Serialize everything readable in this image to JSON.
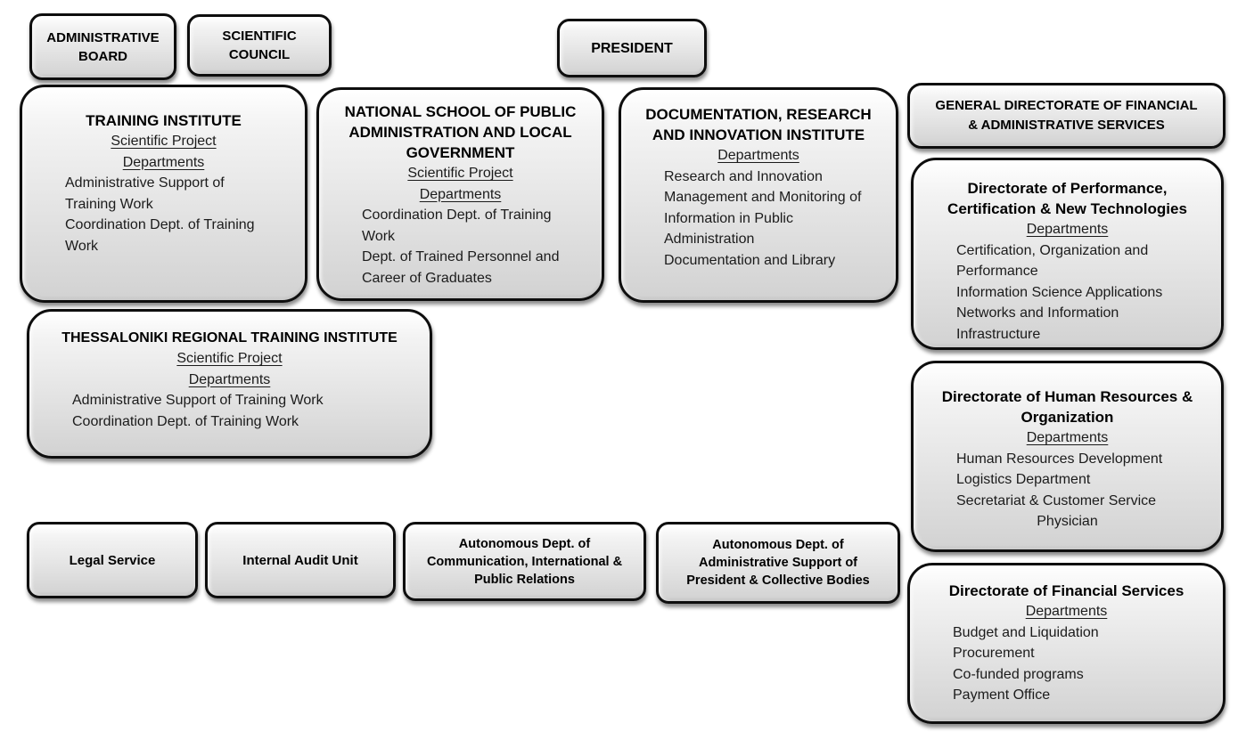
{
  "canvas": {
    "background_color": "#ffffff",
    "box_border_color": "#0e0e0e",
    "box_fill_top_color": "#ffffff",
    "box_fill_bottom_color": "#d2d2d2",
    "text_color": "#1b1b1b"
  },
  "boxes": [
    {
      "id": "administrative-board",
      "size": "small",
      "title_lines": [
        "ADMINISTRATIVE",
        "BOARD"
      ],
      "content": []
    },
    {
      "id": "scientific-council",
      "size": "small",
      "title_lines": [
        "SCIENTIFIC",
        "COUNCIL"
      ],
      "content": []
    },
    {
      "id": "president",
      "size": "small",
      "title_lines": [
        "PRESIDENT"
      ],
      "content": []
    },
    {
      "id": "training-institute",
      "size": "large",
      "title_lines": [
        "TRAINING INSTITUTE"
      ],
      "content": [
        {
          "type": "subhead",
          "text": "Scientific Project"
        },
        {
          "type": "subhead",
          "text": "Departments"
        },
        {
          "type": "dept",
          "text": "Administrative Support of Training Work"
        },
        {
          "type": "dept",
          "text": "Coordination Dept. of Training Work"
        }
      ]
    },
    {
      "id": "national-school",
      "size": "large",
      "title_lines": [
        "NATIONAL SCHOOL OF PUBLIC",
        "ADMINISTRATION AND LOCAL",
        "GOVERNMENT"
      ],
      "content": [
        {
          "type": "subhead",
          "text": "Scientific Project"
        },
        {
          "type": "subhead",
          "text": "Departments"
        },
        {
          "type": "dept",
          "text": "Coordination Dept. of Training Work"
        },
        {
          "type": "dept",
          "text": "Dept. of Trained Personnel and Career of Graduates"
        }
      ]
    },
    {
      "id": "documentation-institute",
      "size": "large",
      "title_lines": [
        "DOCUMENTATION, RESEARCH",
        "AND INNOVATION INSTITUTE"
      ],
      "content": [
        {
          "type": "subhead",
          "text": "Departments"
        },
        {
          "type": "dept",
          "text": "Research and Innovation"
        },
        {
          "type": "dept",
          "text": "Management and Monitoring of Information in Public Administration"
        },
        {
          "type": "dept",
          "text": "Documentation and Library"
        }
      ]
    },
    {
      "id": "general-directorate",
      "size": "small",
      "title_lines": [
        "GENERAL DIRECTORATE OF FINANCIAL",
        "& ADMINISTRATIVE SERVICES"
      ],
      "content": []
    },
    {
      "id": "dir-performance",
      "size": "large",
      "title_lines": [
        "Directorate of Performance,",
        "Certification & New Technologies"
      ],
      "content": [
        {
          "type": "subhead",
          "text": "Departments"
        },
        {
          "type": "dept",
          "text": "Certification, Organization and Performance"
        },
        {
          "type": "dept",
          "text": "Information Science Applications"
        },
        {
          "type": "dept",
          "text": "Networks and Information Infrastructure"
        }
      ]
    },
    {
      "id": "thessaloniki",
      "size": "large",
      "title_lines": [
        "THESSALONIKI REGIONAL TRAINING INSTITUTE"
      ],
      "content": [
        {
          "type": "subhead",
          "text": "Scientific Project"
        },
        {
          "type": "subhead",
          "text": "Departments"
        },
        {
          "type": "dept",
          "text": "Administrative Support of Training Work"
        },
        {
          "type": "dept",
          "text": "Coordination Dept. of Training Work"
        }
      ]
    },
    {
      "id": "dir-hr",
      "size": "large",
      "title_lines": [
        "Directorate of Human Resources &",
        "Organization"
      ],
      "content": [
        {
          "type": "subhead",
          "text": "Departments"
        },
        {
          "type": "dept",
          "text": "Human Resources Development"
        },
        {
          "type": "dept",
          "text": "Logistics Department"
        },
        {
          "type": "dept",
          "text": "Secretariat & Customer Service"
        },
        {
          "type": "center",
          "text": "Physician"
        }
      ]
    },
    {
      "id": "legal-service",
      "size": "small",
      "title_lines": [
        "Legal Service"
      ],
      "content": []
    },
    {
      "id": "internal-audit",
      "size": "small",
      "title_lines": [
        "Internal Audit Unit"
      ],
      "content": []
    },
    {
      "id": "autonomous-comm",
      "size": "small",
      "title_lines": [
        "Autonomous Dept. of",
        "Communication, International &",
        "Public Relations"
      ],
      "content": []
    },
    {
      "id": "autonomous-admin",
      "size": "small",
      "title_lines": [
        "Autonomous Dept. of",
        "Administrative Support of",
        "President & Collective Bodies"
      ],
      "content": []
    },
    {
      "id": "dir-financial",
      "size": "large",
      "title_lines": [
        "Directorate of Financial Services"
      ],
      "content": [
        {
          "type": "subhead",
          "text": "Departments"
        },
        {
          "type": "dept",
          "text": "Budget and Liquidation"
        },
        {
          "type": "dept",
          "text": "Procurement"
        },
        {
          "type": "dept",
          "text": "Co-funded programs"
        },
        {
          "type": "dept",
          "text": "Payment Office"
        }
      ]
    }
  ]
}
